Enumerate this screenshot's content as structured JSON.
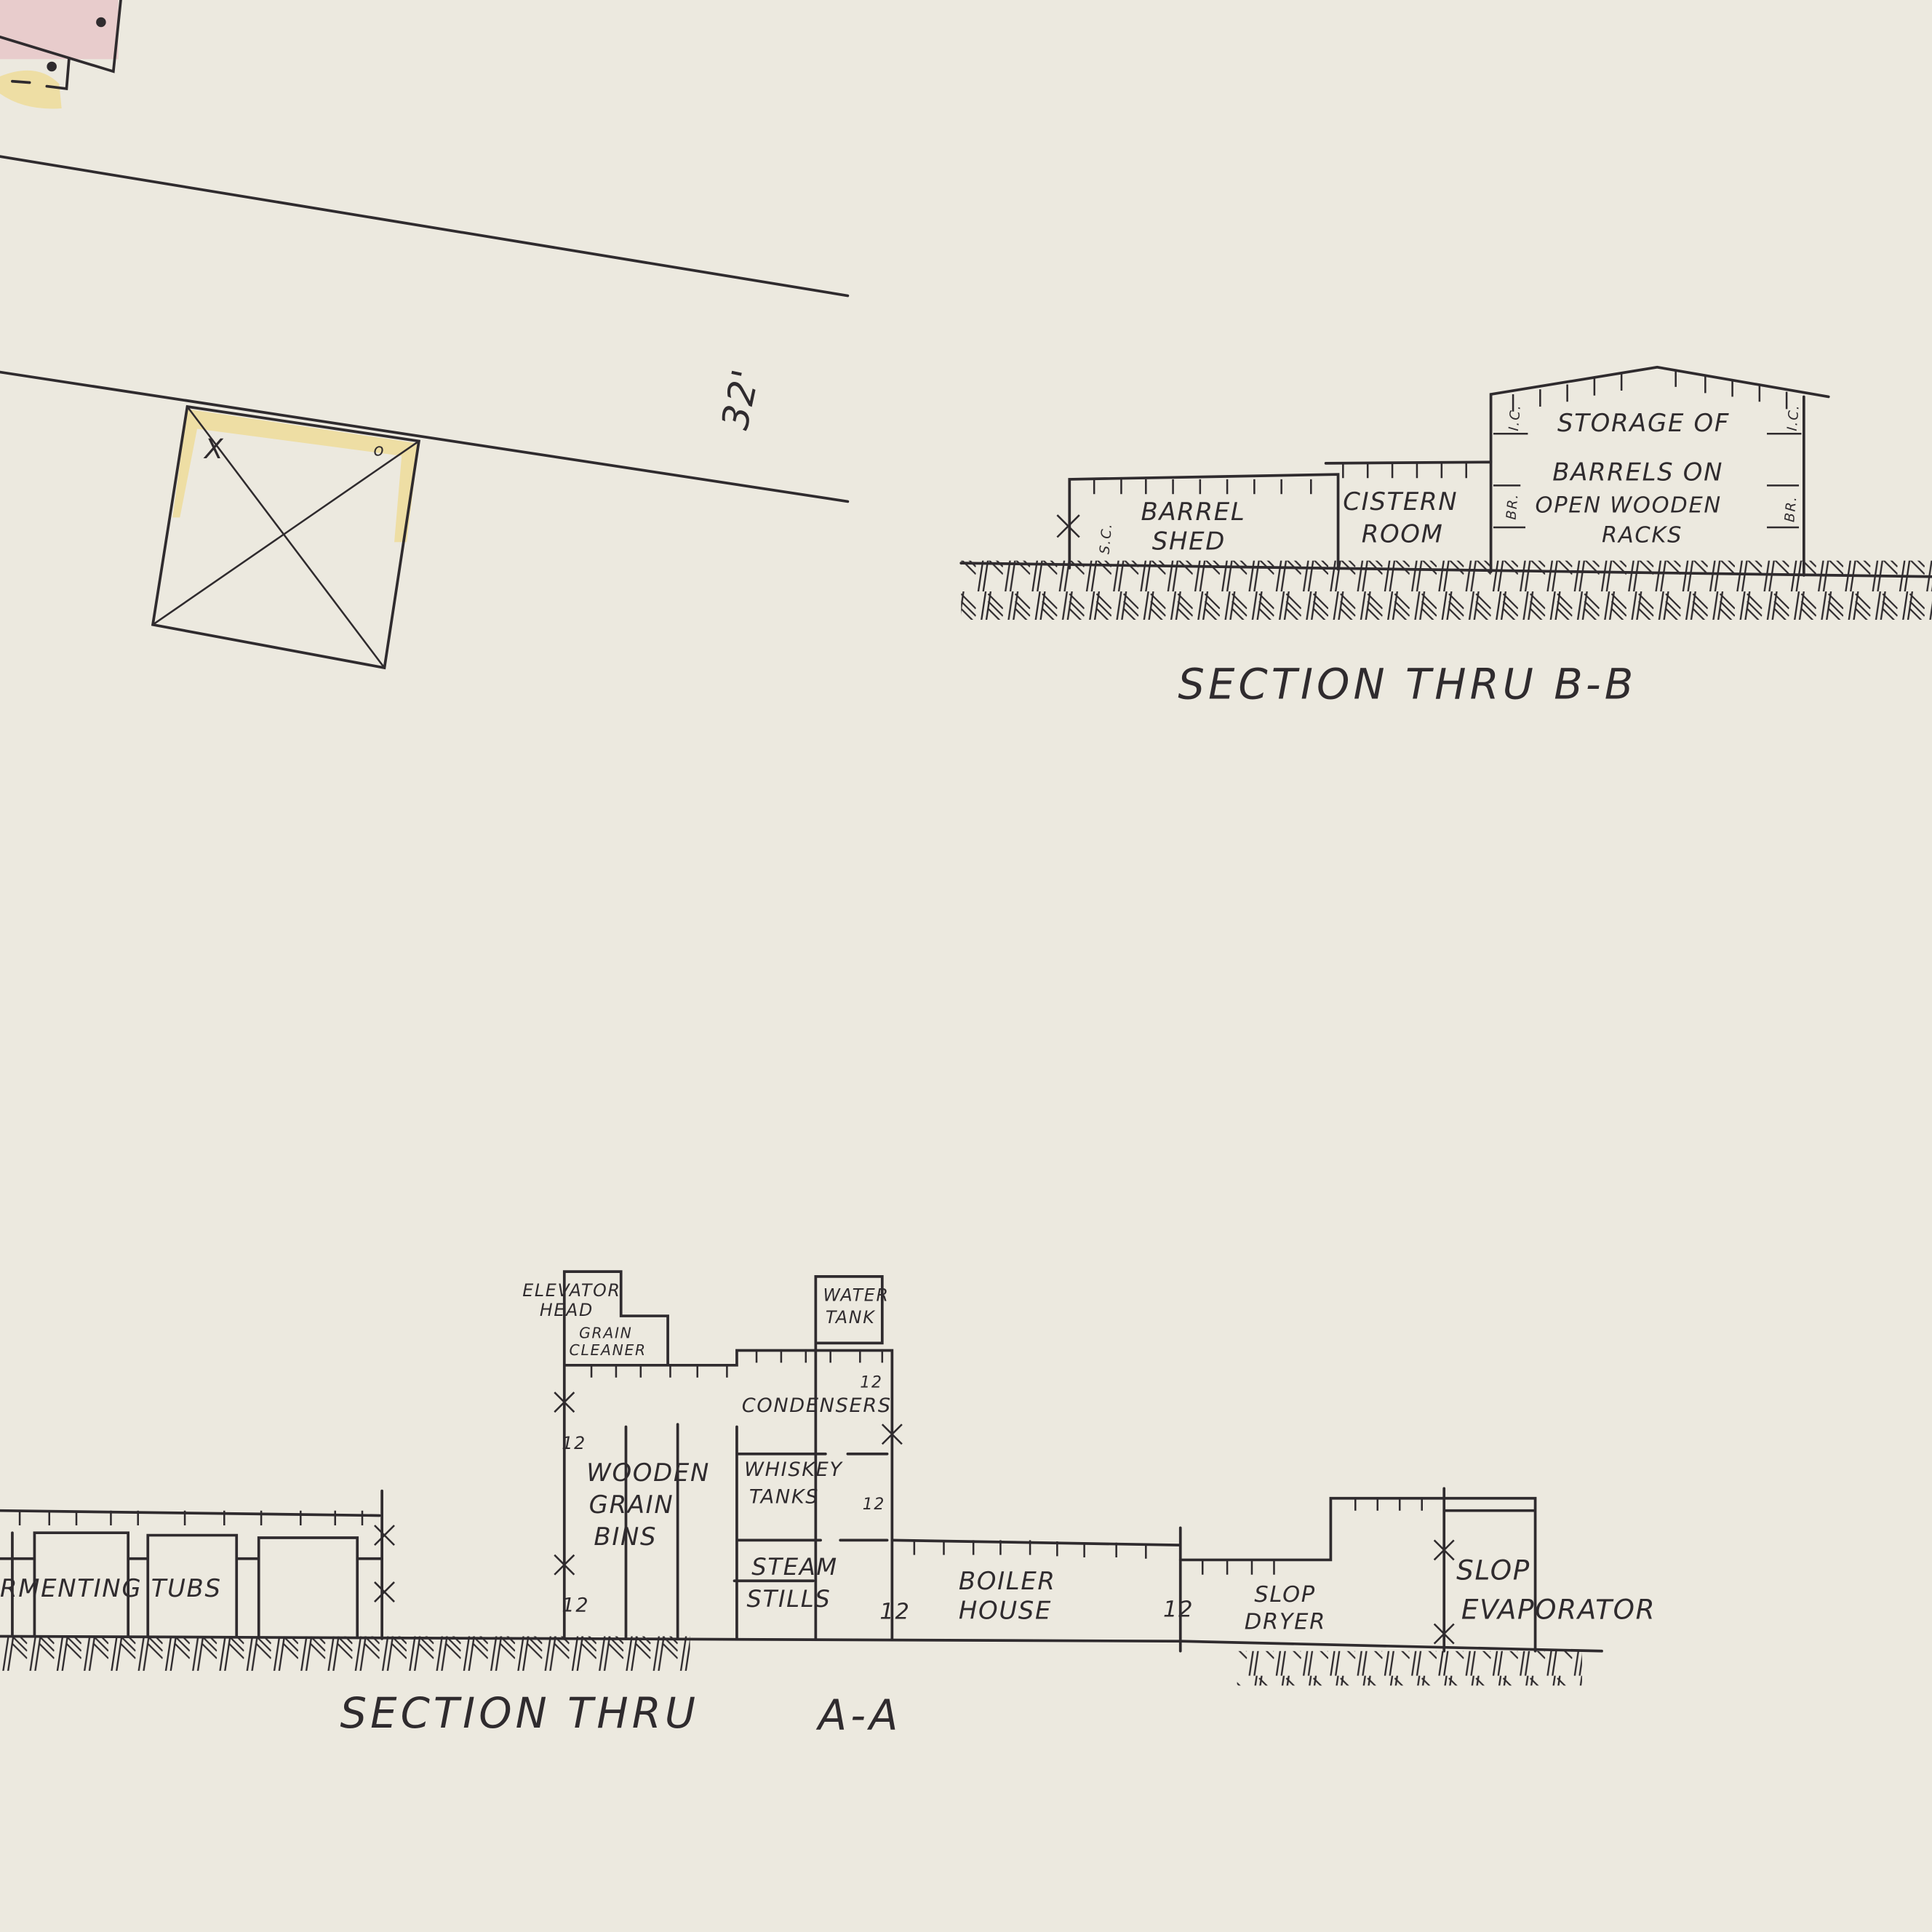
{
  "sheet": {
    "background_color": "#ece9df",
    "ink_color": "#2f2b2e",
    "highlight_colors": {
      "yellow": "#f0d98a",
      "pink": "#e8cccc"
    }
  },
  "street": {
    "width_label": "32'"
  },
  "small_building": {
    "markers": [
      "X",
      "o"
    ]
  },
  "section_bb": {
    "title": "SECTION THRU B-B",
    "rooms": [
      {
        "name": "barrel-shed",
        "lines": [
          "BARREL",
          "SHED"
        ],
        "wall_note": "S.C."
      },
      {
        "name": "cistern-room",
        "lines": [
          "CISTERN",
          "ROOM"
        ]
      },
      {
        "name": "barrel-storage",
        "lines": [
          "STORAGE OF",
          "BARRELS ON",
          "OPEN WOODEN",
          "RACKS"
        ],
        "wall_notes": [
          "I.C.",
          "BR.",
          "I.C.",
          "BR."
        ]
      }
    ]
  },
  "section_aa": {
    "title": "SECTION THRU",
    "title_suffix": "A-A",
    "rooms": [
      {
        "name": "fermenting-tubs",
        "lines": [
          "RMENTING TUBS"
        ]
      },
      {
        "name": "elevator-head",
        "lines": [
          "ELEVATOR",
          "HEAD"
        ]
      },
      {
        "name": "grain-cleaner",
        "lines": [
          "GRAIN",
          "CLEANER"
        ]
      },
      {
        "name": "wooden-grain-bins",
        "lines": [
          "WOODEN",
          "GRAIN",
          "BINS"
        ]
      },
      {
        "name": "water-tank",
        "lines": [
          "WATER",
          "TANK"
        ]
      },
      {
        "name": "condensers",
        "lines": [
          "CONDENSERS"
        ]
      },
      {
        "name": "whiskey-tanks",
        "lines": [
          "WHISKEY",
          "TANKS"
        ]
      },
      {
        "name": "steam-stills",
        "lines": [
          "STEAM",
          "STILLS"
        ]
      },
      {
        "name": "boiler-house",
        "lines": [
          "BOILER",
          "HOUSE"
        ]
      },
      {
        "name": "slop-dryer",
        "lines": [
          "SLOP",
          "DRYER"
        ]
      },
      {
        "name": "slop-evaporator",
        "lines": [
          "SLOP",
          "EVAPORATOR"
        ]
      }
    ],
    "wall_thickness_label": "12"
  }
}
